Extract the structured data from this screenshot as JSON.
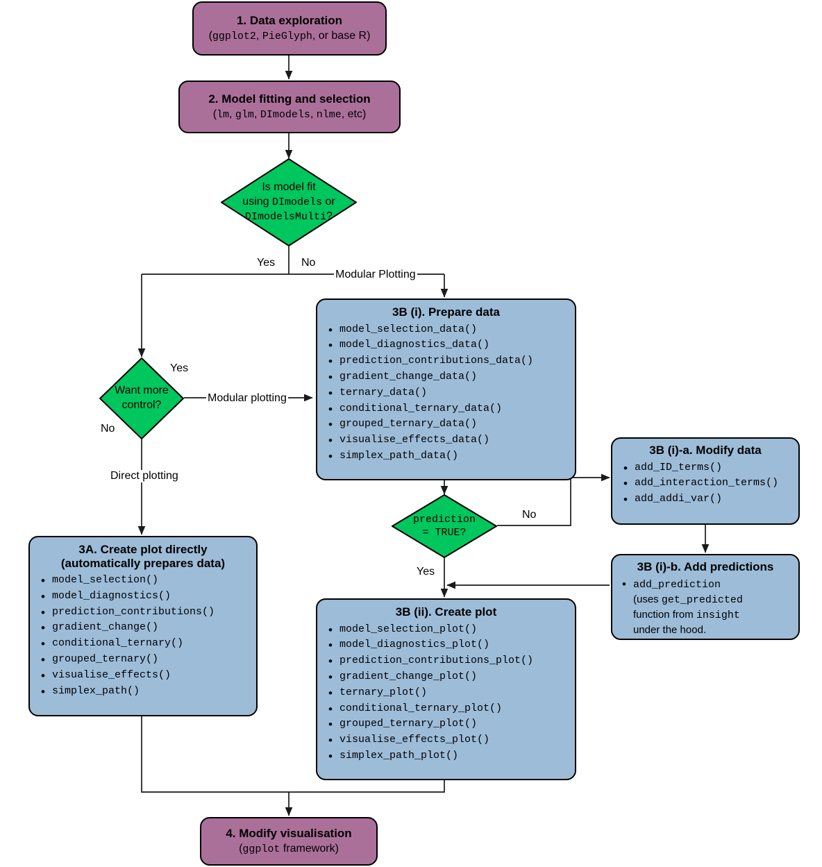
{
  "diagram": {
    "title": "DImodelsVis workflow flowchart",
    "colors": {
      "purple_box": "#ab7099",
      "blue_box": "#9dbcd8",
      "green_diamond": "#00c65e",
      "outline": "#000000",
      "background": "#ffffff"
    }
  },
  "nodes": {
    "step1": {
      "title": "1. Data exploration",
      "sub_open": "(",
      "sub_mono1": "ggplot2",
      "sub_sep1": ", ",
      "sub_mono2": "PieGlyph",
      "sub_tail": ", or base R)"
    },
    "step2": {
      "title": "2. Model fitting and selection",
      "sub_open": "(",
      "sub_mono1": "lm",
      "sub_sep1": ", ",
      "sub_mono2": "glm",
      "sub_sep2": ", ",
      "sub_mono3": "DImodels",
      "sub_sep3": ", ",
      "sub_mono4": "nlme",
      "sub_tail": ", etc)"
    },
    "decision1": {
      "line1": "Is model fit",
      "line2_pre": "using ",
      "line2_mono": "DImodels",
      "line2_post": " or",
      "line3_mono": "DImodelsMulti",
      "line3_post": "?"
    },
    "decision2": {
      "line1": "Want more",
      "line2": "control?"
    },
    "decision3": {
      "line1": "prediction",
      "line2": "= TRUE?"
    },
    "step3a": {
      "title_line1": "3A. Create plot directly",
      "title_line2": "(automatically prepares data)",
      "items": [
        "model_selection()",
        "model_diagnostics()",
        "prediction_contributions()",
        "gradient_change()",
        "conditional_ternary()",
        "grouped_ternary()",
        "visualise_effects()",
        "simplex_path()"
      ]
    },
    "step3bi": {
      "title": "3B (i). Prepare data",
      "items": [
        "model_selection_data()",
        "model_diagnostics_data()",
        "prediction_contributions_data()",
        "gradient_change_data()",
        "ternary_data()",
        "conditional_ternary_data()",
        "grouped_ternary_data()",
        "visualise_effects_data()",
        "simplex_path_data()"
      ]
    },
    "step3bii": {
      "title": "3B (ii). Create plot",
      "items": [
        "model_selection_plot()",
        "model_diagnostics_plot()",
        "prediction_contributions_plot()",
        "gradient_change_plot()",
        "ternary_plot()",
        "conditional_ternary_plot()",
        "grouped_ternary_plot()",
        "visualise_effects_plot()",
        "simplex_path_plot()"
      ]
    },
    "step3bia": {
      "title": "3B (i)-a. Modify data",
      "items": [
        "add_ID_terms()",
        "add_interaction_terms()",
        "add_addi_var()"
      ]
    },
    "step3bib": {
      "title": "3B (i)-b. Add predictions",
      "item_mono1": "add_prediction",
      "item_text1": "(uses ",
      "item_mono2": "get_predicted",
      "item_text2": "function from ",
      "item_mono3": "insight",
      "item_text3": "under the hood."
    },
    "step4": {
      "title": "4. Modify visualisation",
      "sub_open": "(",
      "sub_mono1": "ggplot",
      "sub_tail": " framework)"
    }
  },
  "edge_labels": {
    "d1_yes": "Yes",
    "d1_no": "No",
    "modular_plotting_top": "Modular Plotting",
    "d2_yes": "Yes",
    "d2_no": "No",
    "modular_plotting": "Modular plotting",
    "direct_plotting": "Direct plotting",
    "d3_no": "No",
    "d3_yes": "Yes"
  }
}
